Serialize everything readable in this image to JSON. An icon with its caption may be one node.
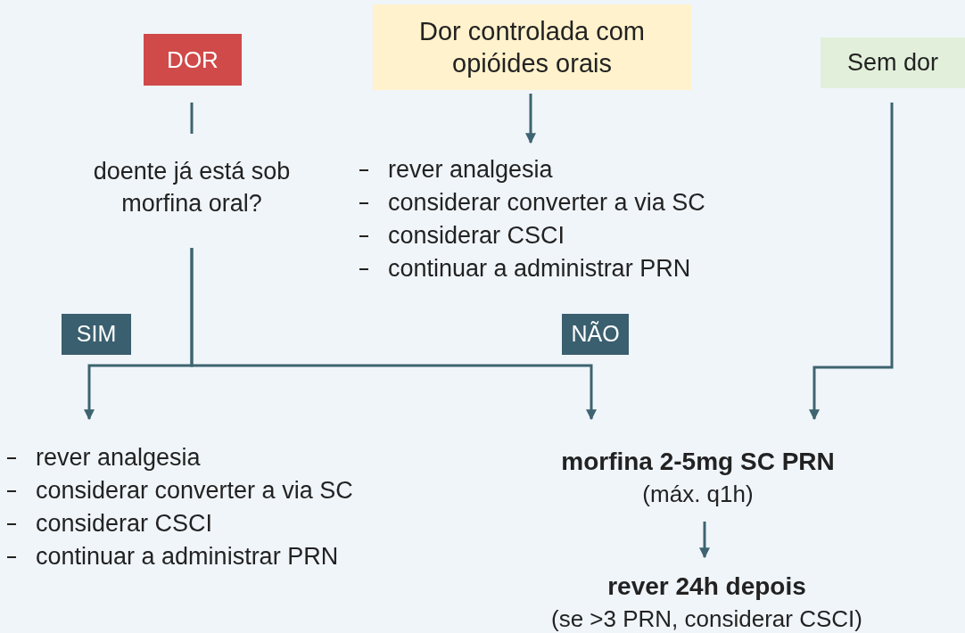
{
  "diagram": {
    "nodes": [
      {
        "text": [
          "DOR"
        ]
      },
      {
        "text": [
          "Dor controlada com opióides orais"
        ]
      },
      {
        "text": [
          "Sem dor"
        ]
      },
      {
        "text": [
          "doente já está sob morfina oral?"
        ]
      },
      {
        "text": [
          "rever analgesia",
          "considerar converter a via SC",
          "considerar CSCI",
          "continuar a administrar PRN"
        ]
      },
      {
        "text": [
          "rever analgesia",
          "considerar converter a via SC",
          "considerar CSCI",
          "continuar a administrar PRN"
        ]
      },
      {
        "text": [
          "morfina 2-5mg SC PRN",
          "(máx. q1h)"
        ]
      },
      {
        "text": [
          "rever 24h depois",
          "(se >3 PRN, considerar CSCI)"
        ]
      }
    ],
    "edges": [
      {
        "from": 0,
        "to": 3,
        "arrow": "none"
      },
      {
        "from": 1,
        "to": 4,
        "arrow": "to"
      },
      {
        "from": 3,
        "to": 5,
        "arrow": "to",
        "label": "SIM"
      },
      {
        "from": 3,
        "to": 6,
        "arrow": "to",
        "label": "NÃO"
      },
      {
        "from": 2,
        "to": 6,
        "arrow": "to"
      },
      {
        "from": 6,
        "to": 7,
        "arrow": "to"
      }
    ]
  }
}
